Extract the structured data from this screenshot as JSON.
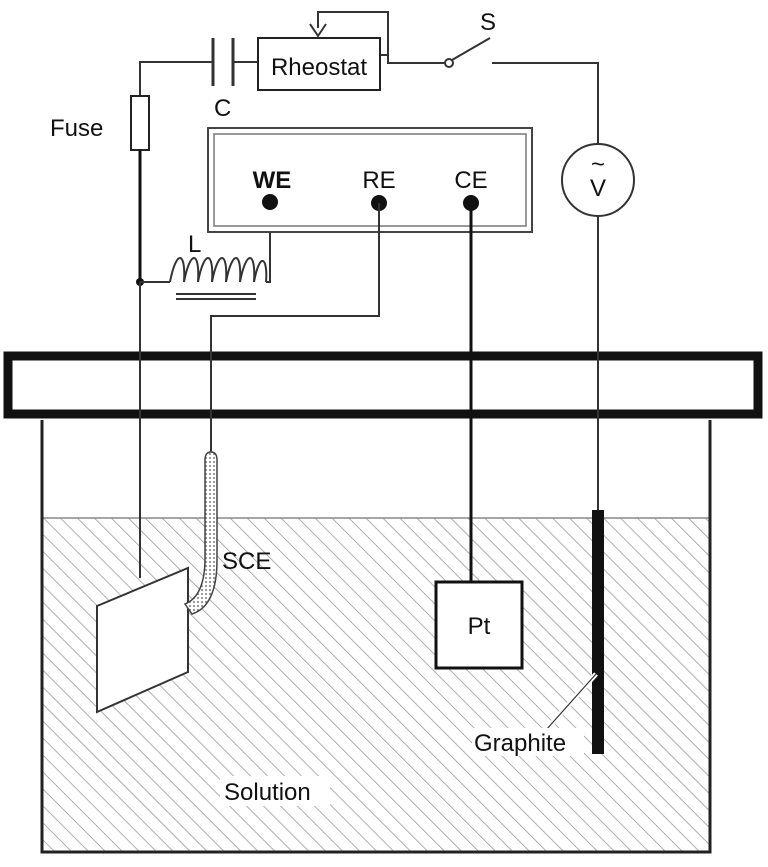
{
  "labels": {
    "switch": "S",
    "rheostat": "Rheostat",
    "capacitor": "C",
    "fuse": "Fuse",
    "we": "WE",
    "re": "RE",
    "ce": "CE",
    "inductor": "L",
    "voltmeter_symbol": "~",
    "voltmeter_letter": "V",
    "sce": "SCE",
    "pt": "Pt",
    "graphite": "Graphite",
    "solution": "Solution"
  }
}
